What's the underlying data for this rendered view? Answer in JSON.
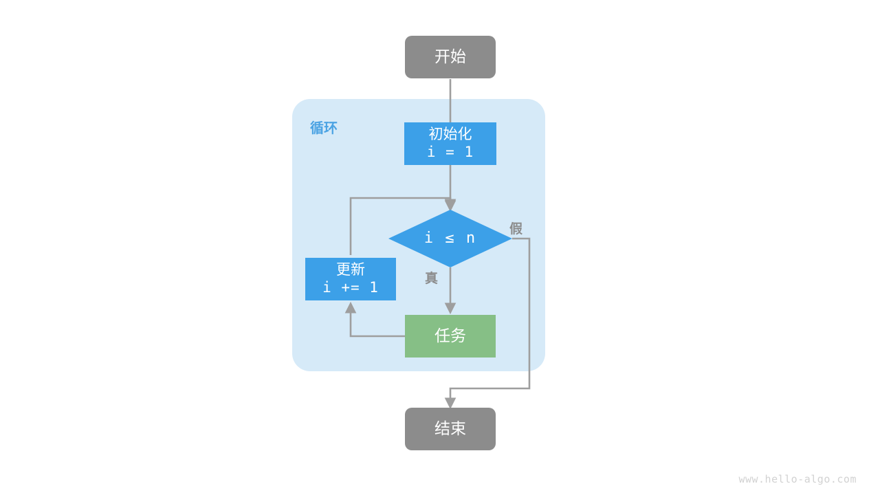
{
  "diagram": {
    "title_watermark": "www.hello-algo.com",
    "colors": {
      "terminal": "#8C8C8C",
      "process": "#3CA0E8",
      "task": "#86BF86",
      "loop_container": "#D6EAF8",
      "loop_title": "#4BA3E3",
      "edge": "#9E9E9E",
      "label": "#8C8C8C",
      "background": "#FFFFFF"
    },
    "loop_container": {
      "label": "循环"
    },
    "nodes": {
      "start": {
        "text": "开始",
        "shape": "rounded-rect",
        "color": "#8C8C8C"
      },
      "init": {
        "line1": "初始化",
        "line2": "i = 1",
        "shape": "rect",
        "color": "#3CA0E8"
      },
      "condition": {
        "text": "i ≤ n",
        "shape": "diamond",
        "color": "#3CA0E8"
      },
      "update": {
        "line1": "更新",
        "line2": "i += 1",
        "shape": "rect",
        "color": "#3CA0E8"
      },
      "task": {
        "text": "任务",
        "shape": "rect",
        "color": "#86BF86"
      },
      "end": {
        "text": "结束",
        "shape": "rounded-rect",
        "color": "#8C8C8C"
      }
    },
    "edge_labels": {
      "true": "真",
      "false": "假"
    }
  }
}
